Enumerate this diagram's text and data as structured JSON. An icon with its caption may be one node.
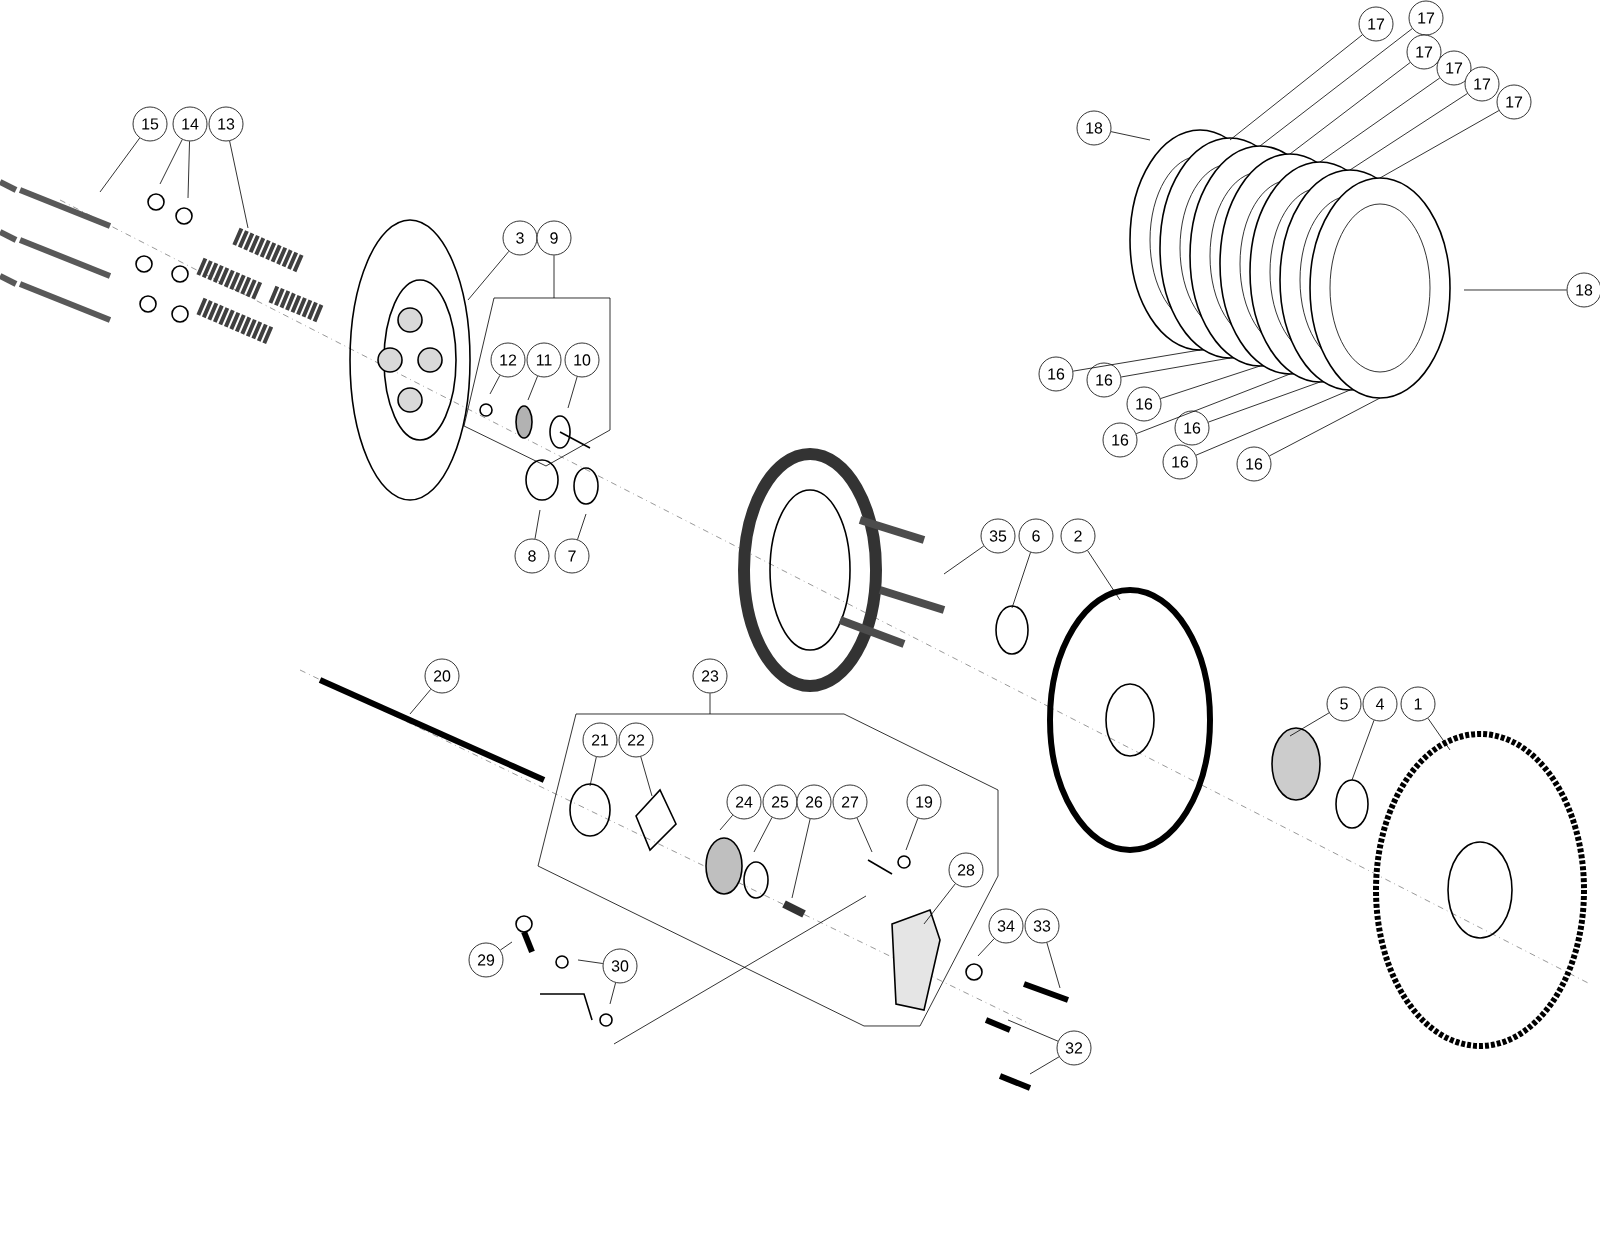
{
  "diagram": {
    "nodes": [
      {
        "text": [
          "17"
        ]
      },
      {
        "text": [
          "17"
        ]
      },
      {
        "text": [
          "17"
        ]
      },
      {
        "text": [
          "17"
        ]
      },
      {
        "text": [
          "17"
        ]
      },
      {
        "text": [
          "17"
        ]
      },
      {
        "text": [
          "15"
        ]
      },
      {
        "text": [
          "14"
        ]
      },
      {
        "text": [
          "13"
        ]
      },
      {
        "text": [
          "18"
        ]
      },
      {
        "text": [
          "3"
        ]
      },
      {
        "text": [
          "9"
        ]
      },
      {
        "text": [
          "18"
        ]
      },
      {
        "text": [
          "12"
        ]
      },
      {
        "text": [
          "11"
        ]
      },
      {
        "text": [
          "10"
        ]
      },
      {
        "text": [
          "16"
        ]
      },
      {
        "text": [
          "16"
        ]
      },
      {
        "text": [
          "16"
        ]
      },
      {
        "text": [
          "16"
        ]
      },
      {
        "text": [
          "16"
        ]
      },
      {
        "text": [
          "16"
        ]
      },
      {
        "text": [
          "16"
        ]
      },
      {
        "text": [
          "8"
        ]
      },
      {
        "text": [
          "7"
        ]
      },
      {
        "text": [
          "35"
        ]
      },
      {
        "text": [
          "6"
        ]
      },
      {
        "text": [
          "2"
        ]
      },
      {
        "text": [
          "20"
        ]
      },
      {
        "text": [
          "23"
        ]
      },
      {
        "text": [
          "21"
        ]
      },
      {
        "text": [
          "22"
        ]
      },
      {
        "text": [
          "5"
        ]
      },
      {
        "text": [
          "4"
        ]
      },
      {
        "text": [
          "1"
        ]
      },
      {
        "text": [
          "24"
        ]
      },
      {
        "text": [
          "25"
        ]
      },
      {
        "text": [
          "26"
        ]
      },
      {
        "text": [
          "27"
        ]
      },
      {
        "text": [
          "19"
        ]
      },
      {
        "text": [
          "28"
        ]
      },
      {
        "text": [
          "34"
        ]
      },
      {
        "text": [
          "33"
        ]
      },
      {
        "text": [
          "29"
        ]
      },
      {
        "text": [
          "30"
        ]
      },
      {
        "text": [
          "32"
        ]
      }
    ],
    "edges": [
      {
        "from": 0,
        "to": null,
        "arrow": "none"
      },
      {
        "from": 1,
        "to": null,
        "arrow": "none"
      },
      {
        "from": 2,
        "to": null,
        "arrow": "none"
      },
      {
        "from": 3,
        "to": null,
        "arrow": "none"
      },
      {
        "from": 4,
        "to": null,
        "arrow": "none"
      },
      {
        "from": 5,
        "to": null,
        "arrow": "none"
      },
      {
        "from": 6,
        "to": null,
        "arrow": "none"
      },
      {
        "from": 7,
        "to": null,
        "arrow": "none"
      },
      {
        "from": 7,
        "to": null,
        "arrow": "none"
      },
      {
        "from": 8,
        "to": null,
        "arrow": "none"
      },
      {
        "from": 9,
        "to": null,
        "arrow": "none"
      },
      {
        "from": 10,
        "to": null,
        "arrow": "none"
      },
      {
        "from": 11,
        "to": null,
        "arrow": "none"
      },
      {
        "from": 12,
        "to": null,
        "arrow": "none"
      },
      {
        "from": 13,
        "to": null,
        "arrow": "none"
      },
      {
        "from": 14,
        "to": null,
        "arrow": "none"
      },
      {
        "from": 15,
        "to": null,
        "arrow": "none"
      },
      {
        "from": 16,
        "to": null,
        "arrow": "none"
      },
      {
        "from": 17,
        "to": null,
        "arrow": "none"
      },
      {
        "from": 18,
        "to": null,
        "arrow": "none"
      },
      {
        "from": 19,
        "to": null,
        "arrow": "none"
      },
      {
        "from": 20,
        "to": null,
        "arrow": "none"
      },
      {
        "from": 21,
        "to": null,
        "arrow": "none"
      },
      {
        "from": 22,
        "to": null,
        "arrow": "none"
      },
      {
        "from": 23,
        "to": null,
        "arrow": "none"
      },
      {
        "from": 24,
        "to": null,
        "arrow": "none"
      },
      {
        "from": 25,
        "to": null,
        "arrow": "none"
      },
      {
        "from": 26,
        "to": null,
        "arrow": "none"
      },
      {
        "from": 27,
        "to": null,
        "arrow": "none"
      },
      {
        "from": 28,
        "to": null,
        "arrow": "none"
      },
      {
        "from": 29,
        "to": null,
        "arrow": "none"
      },
      {
        "from": 30,
        "to": null,
        "arrow": "none"
      },
      {
        "from": 31,
        "to": null,
        "arrow": "none"
      },
      {
        "from": 32,
        "to": null,
        "arrow": "none"
      },
      {
        "from": 33,
        "to": null,
        "arrow": "none"
      },
      {
        "from": 34,
        "to": null,
        "arrow": "none"
      },
      {
        "from": 35,
        "to": null,
        "arrow": "none"
      },
      {
        "from": 36,
        "to": null,
        "arrow": "none"
      },
      {
        "from": 37,
        "to": null,
        "arrow": "none"
      },
      {
        "from": 38,
        "to": null,
        "arrow": "none"
      },
      {
        "from": 39,
        "to": null,
        "arrow": "none"
      },
      {
        "from": 40,
        "to": null,
        "arrow": "none"
      },
      {
        "from": 41,
        "to": null,
        "arrow": "none"
      },
      {
        "from": 42,
        "to": null,
        "arrow": "none"
      },
      {
        "from": 43,
        "to": null,
        "arrow": "none"
      },
      {
        "from": 44,
        "to": null,
        "arrow": "none"
      },
      {
        "from": 44,
        "to": null,
        "arrow": "none"
      },
      {
        "from": 45,
        "to": null,
        "arrow": "none"
      },
      {
        "from": 45,
        "to": null,
        "arrow": "none"
      }
    ]
  }
}
